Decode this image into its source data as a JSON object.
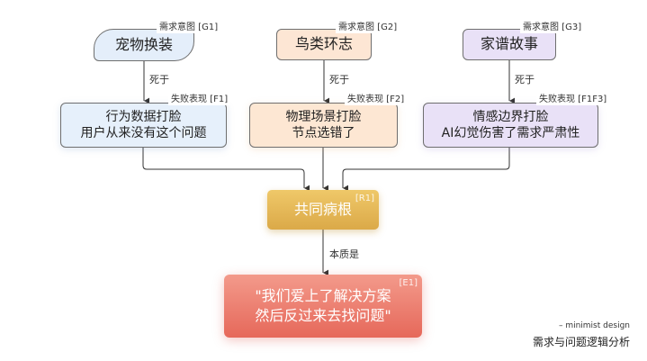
{
  "nodes": {
    "g1": {
      "tag": "需求意图 [G1]",
      "text": "宠物换装"
    },
    "g2": {
      "tag": "需求意图 [G2]",
      "text": "鸟类环志"
    },
    "g3": {
      "tag": "需求意图 [G3]",
      "text": "家谱故事"
    },
    "f1": {
      "tag": "失败表现 [F1]",
      "line1": "行为数据打脸",
      "line2": "用户从来没有这个问题"
    },
    "f2": {
      "tag": "失败表现 [F2]",
      "line1": "物理场景打脸",
      "line2": "节点选错了"
    },
    "f3": {
      "tag": "失败表现 [F1F3]",
      "line1": "情感边界打脸",
      "line2": "AI幻觉伤害了需求严肃性"
    },
    "r1": {
      "tag": "[R1]",
      "text": "共同病根"
    },
    "e1": {
      "tag": "[E1]",
      "line1": "\"我们爱上了解决方案",
      "line2": "然后反过来去找问题\""
    }
  },
  "edges": {
    "g_to_f_label": "死于",
    "r_to_e_label": "本质是"
  },
  "footer": {
    "subtitle": "– minimist design",
    "title": "需求与问题逻辑分析"
  },
  "colors": {
    "g1_fill": "#e4eefa",
    "g2_fill": "#fde6d4",
    "g3_fill": "#e9e1f7",
    "r1_fill": "#e3b655",
    "e1_fill": "#ec7d6e",
    "line": "#333333"
  }
}
